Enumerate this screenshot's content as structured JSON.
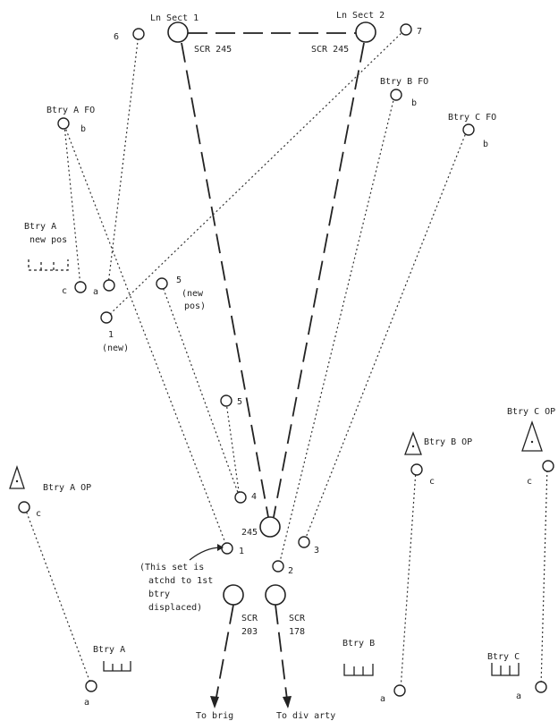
{
  "labels": {
    "ln_sect_1": "Ln Sect 1",
    "ln_sect_2": "Ln Sect 2",
    "scr245_a": "SCR 245",
    "scr245_b": "SCR 245",
    "n6": "6",
    "n7": "7",
    "btry_a_fo": "Btry A FO",
    "btry_a_fo_b": "b",
    "btry_b_fo": "Btry B FO",
    "btry_b_fo_b": "b",
    "btry_c_fo": "Btry C FO",
    "btry_c_fo_b": "b",
    "btry_a_new_1": "Btry A",
    "btry_a_new_2": "new pos",
    "c_left": "c",
    "a_left": "a",
    "n5_new": "5",
    "new_pos_1": "(new",
    "new_pos_2": "pos)",
    "n1_new": "1",
    "new_paren": "(new)",
    "n5": "5",
    "n4": "4",
    "n245": "245",
    "n3": "3",
    "n1": "1",
    "n2": "2",
    "note_1": "(This set is",
    "note_2": "atchd to 1st",
    "note_3": "btry",
    "note_4": "displaced)",
    "scr203_1": "SCR",
    "scr203_2": "203",
    "scr178_1": "SCR",
    "scr178_2": "178",
    "to_brig": "To  brig",
    "to_div_arty": "To div arty",
    "btry_a_op": "Btry A  OP",
    "btry_a_op_c": "c",
    "btry_a": "Btry A",
    "btry_a_a": "a",
    "btry_b_op": "Btry B OP",
    "btry_b_op_c": "c",
    "btry_b": "Btry B",
    "btry_b_a": "a",
    "btry_c_op": "Btry C OP",
    "btry_c_op_c": "c",
    "btry_c": "Btry C",
    "btry_c_a": "a"
  }
}
